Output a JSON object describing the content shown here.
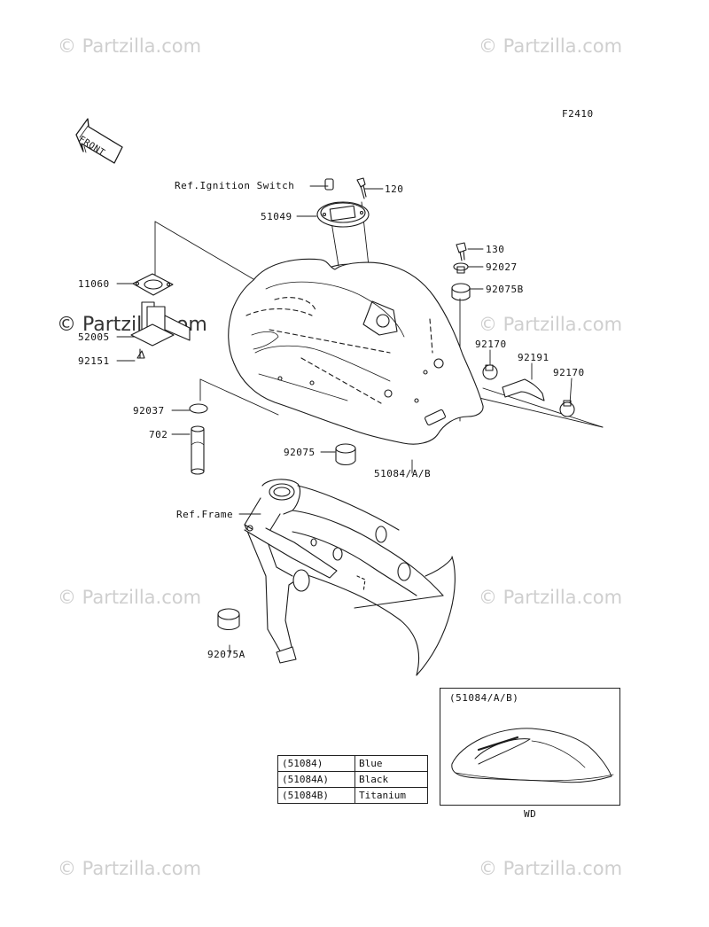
{
  "figure_id": "F2410",
  "front_label": "FRONT",
  "watermarks": [
    "© Partzilla.com",
    "© Partzilla.com",
    "© Partzilla.com",
    "© Partzilla.com",
    "© Partzilla.com",
    "© Partzilla.com",
    "© Partzilla.com",
    "© Partzilla.com"
  ],
  "labels": {
    "ref_ignition": "Ref.Ignition Switch",
    "p120": "120",
    "p51049": "51049",
    "p130": "130",
    "p92027": "92027",
    "p92075B": "92075B",
    "p11060": "11060",
    "p52005": "52005",
    "p92151": "92151",
    "p92170a": "92170",
    "p92191": "92191",
    "p92170b": "92170",
    "p92037": "92037",
    "p702": "702",
    "p92075": "92075",
    "p51084": "51084/A/B",
    "ref_frame": "Ref.Frame",
    "p92075A": "92075A"
  },
  "color_table": [
    {
      "code": "(51084)",
      "color": "Blue"
    },
    {
      "code": "(51084A)",
      "color": "Black"
    },
    {
      "code": "(51084B)",
      "color": "Titanium"
    }
  ],
  "inset": {
    "title": "(51084/A/B)",
    "caption": "WD"
  }
}
